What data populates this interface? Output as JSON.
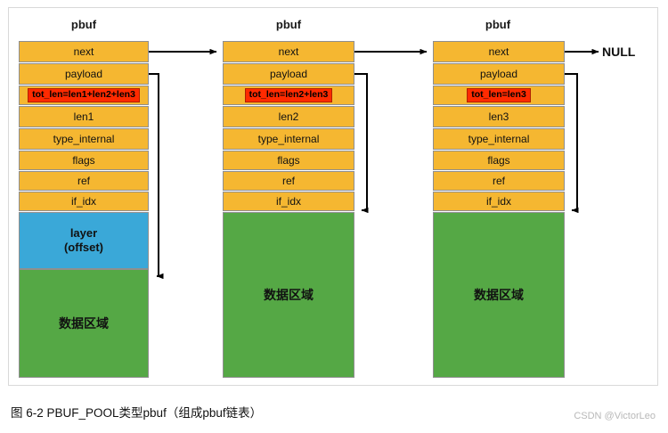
{
  "figure": {
    "caption": "图 6-2 PBUF_POOL类型pbuf（组成pbuf链表）",
    "watermark": "CSDN @VictorLeo",
    "null_label": "NULL",
    "colors": {
      "field_fill": "#f5b731",
      "layer_fill": "#3aa8d8",
      "data_fill": "#55a845",
      "highlight_fill": "#ff2a00",
      "border": "#8f8f8f",
      "frame_border": "#d9d9d9"
    }
  },
  "columns": [
    {
      "title": "pbuf",
      "fields": [
        {
          "label": "next"
        },
        {
          "label": "payload"
        },
        {
          "label": "tot_len=len1+len2+len3",
          "highlight": true
        },
        {
          "label": "len1"
        },
        {
          "label": "type_internal"
        },
        {
          "label": "flags"
        },
        {
          "label": "ref"
        },
        {
          "label": "if_idx"
        }
      ],
      "layer": {
        "line1": "layer",
        "line2": "(offset)"
      },
      "data_label": "数据区域"
    },
    {
      "title": "pbuf",
      "fields": [
        {
          "label": "next"
        },
        {
          "label": "payload"
        },
        {
          "label": "tot_len=len2+len3",
          "highlight": true
        },
        {
          "label": "len2"
        },
        {
          "label": "type_internal"
        },
        {
          "label": "flags"
        },
        {
          "label": "ref"
        },
        {
          "label": "if_idx"
        }
      ],
      "layer": null,
      "data_label": "数据区域"
    },
    {
      "title": "pbuf",
      "fields": [
        {
          "label": "next"
        },
        {
          "label": "payload"
        },
        {
          "label": "tot_len=len3",
          "highlight": true
        },
        {
          "label": "len3"
        },
        {
          "label": "type_internal"
        },
        {
          "label": "flags"
        },
        {
          "label": "ref"
        },
        {
          "label": "if_idx"
        }
      ],
      "layer": null,
      "data_label": "数据区域"
    }
  ]
}
